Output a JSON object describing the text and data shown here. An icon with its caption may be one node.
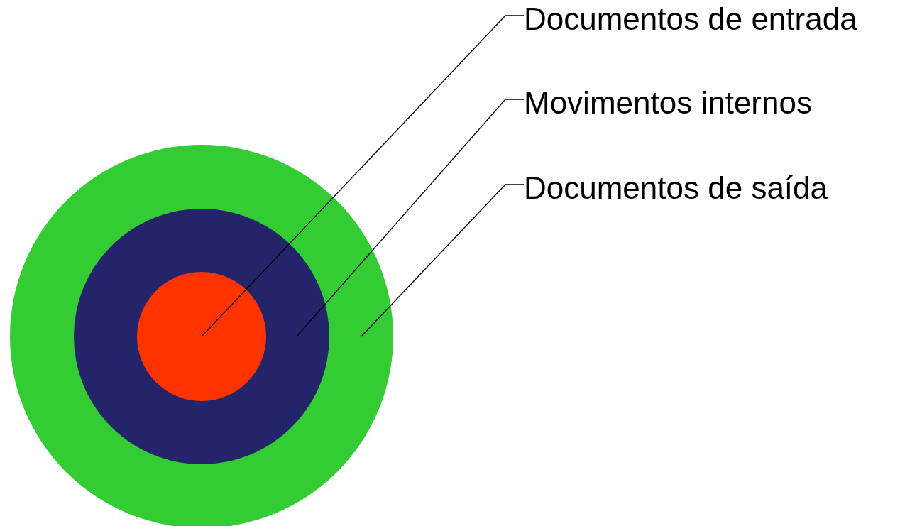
{
  "diagram": {
    "nodes": [
      {
        "text": [],
        "shape": "circle"
      },
      {
        "text": [],
        "shape": "circle",
        "in": 0
      },
      {
        "text": [],
        "shape": "circle",
        "in": 1
      },
      {
        "text": [
          "Documentos de entrada"
        ]
      },
      {
        "text": [
          "Movimentos internos"
        ]
      },
      {
        "text": [
          "Documentos de saída"
        ]
      }
    ],
    "edges": [
      {
        "from": 3,
        "to": 2,
        "arrow": "none"
      },
      {
        "from": 4,
        "to": 1,
        "arrow": "none"
      },
      {
        "from": 5,
        "to": 0,
        "arrow": "none"
      }
    ]
  }
}
